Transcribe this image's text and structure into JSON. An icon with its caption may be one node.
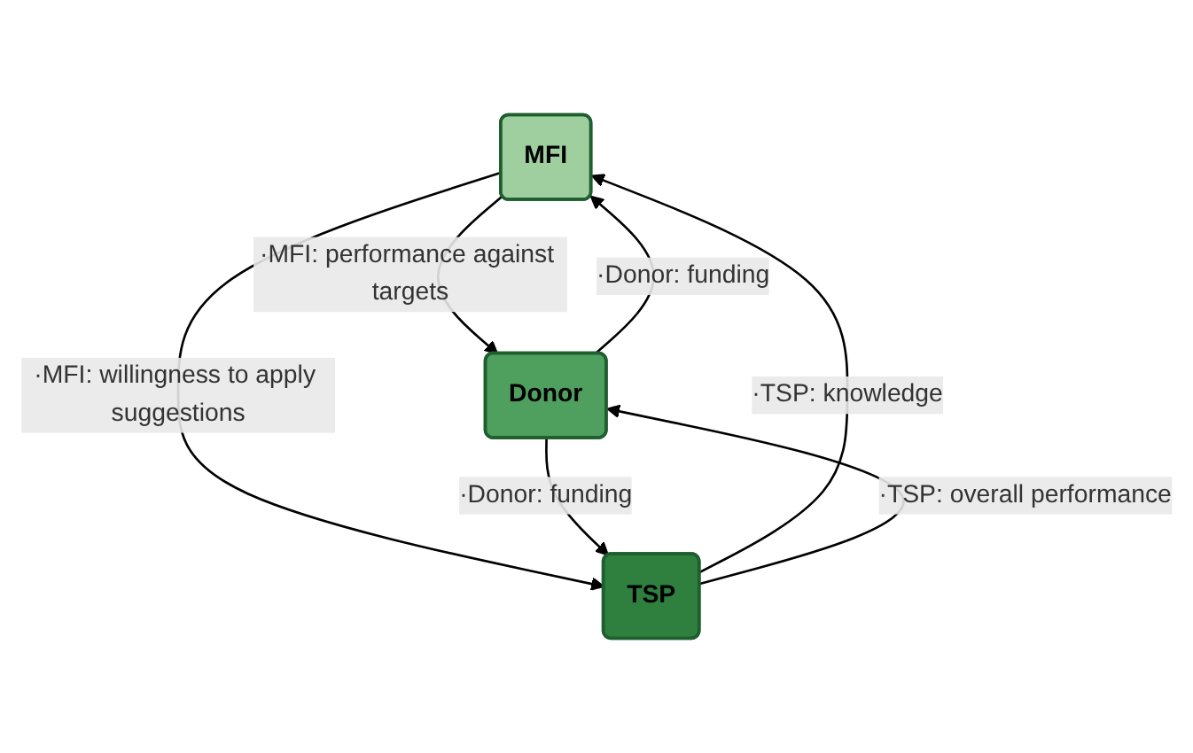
{
  "diagram": {
    "nodes": [
      {
        "text": [
          "MFI"
        ]
      },
      {
        "text": [
          "Donor"
        ]
      },
      {
        "text": [
          "TSP"
        ]
      }
    ],
    "edges": [
      {
        "from": 0,
        "to": 1,
        "arrow": "to",
        "label": "·MFI: performance against targets"
      },
      {
        "from": 1,
        "to": 0,
        "arrow": "to",
        "label": "·Donor: funding"
      },
      {
        "from": 0,
        "to": 2,
        "arrow": "to",
        "label": "·MFI: willingness to apply suggestions"
      },
      {
        "from": 2,
        "to": 0,
        "arrow": "to",
        "label": "·TSP: knowledge"
      },
      {
        "from": 2,
        "to": 1,
        "arrow": "to",
        "label": "·TSP: overall performance"
      },
      {
        "from": 1,
        "to": 2,
        "arrow": "to",
        "label": "·Donor: funding"
      }
    ]
  }
}
